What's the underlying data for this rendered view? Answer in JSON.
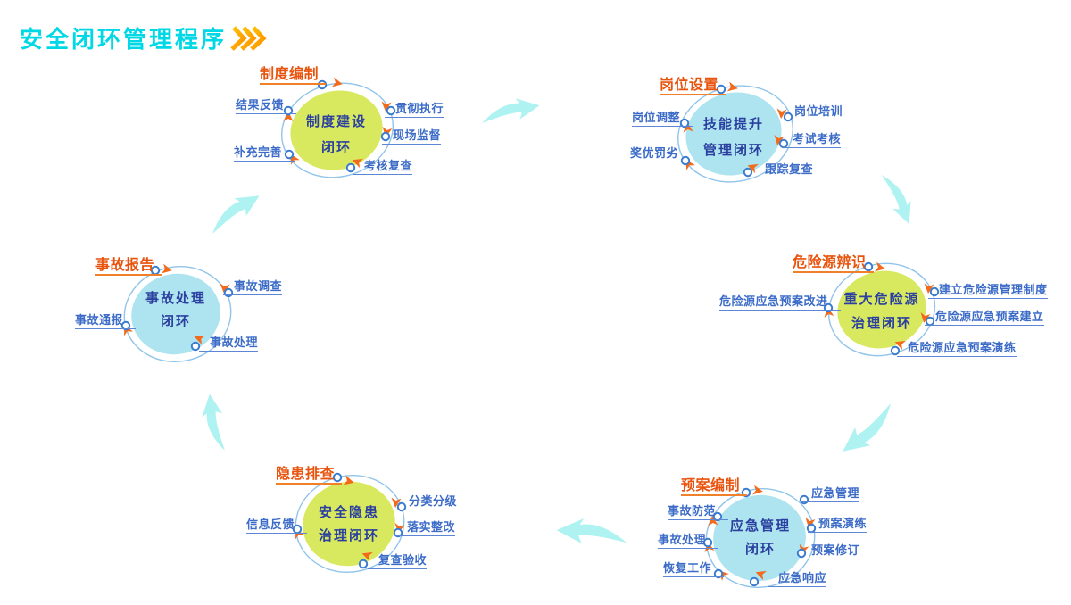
{
  "title": {
    "text": "安全闭环管理程序"
  },
  "icons": {
    "title_chevron": "triple-chevron 》》》 (orange)"
  },
  "colors": {
    "title_cyan": "#00d8e6",
    "chevron_orange": "#ffa200",
    "header_orange": "#e8540e",
    "satellite_blue": "#3c6cc8",
    "center_navy": "#2a3f9f",
    "ellipse_yellow": "#d9e95f",
    "ellipse_blue": "#aee4ef",
    "ring_blue": "#90c4ea",
    "dot_border_blue": "#3a7cd0",
    "arrowhead_orange": "#f26a1a",
    "flow_arrow_cyan": "#aef2f1"
  },
  "clusters": [
    {
      "header": "制度编制",
      "center_line1": "制度建设",
      "center_line2": "闭环",
      "satellites": [
        "结果反馈",
        "补充完善",
        "贯彻执行",
        "现场监督",
        "考核复查"
      ]
    },
    {
      "header": "岗位设置",
      "center_line1": "技能提升",
      "center_line2": "管理闭环",
      "satellites": [
        "岗位调整",
        "奖优罚劣",
        "岗位培训",
        "考试考核",
        "跟踪复查"
      ]
    },
    {
      "header": "危险源辨识",
      "center_line1": "重大危险源",
      "center_line2": "治理闭环",
      "satellites": [
        "危险源应急预案改进",
        "建立危险源管理制度",
        "危险源应急预案建立",
        "危险源应急预案演练"
      ]
    },
    {
      "header": "预案编制",
      "center_line1": "应急管理",
      "center_line2": "闭环",
      "satellites": [
        "事故防范",
        "事故处理",
        "恢复工作",
        "应急管理",
        "预案演练",
        "预案修订",
        "应急响应"
      ]
    },
    {
      "header": "隐患排查",
      "center_line1": "安全隐患",
      "center_line2": "治理闭环",
      "satellites": [
        "信息反馈",
        "分类分级",
        "落实整改",
        "复查验收"
      ]
    },
    {
      "header": "事故报告",
      "center_line1": "事故处理",
      "center_line2": "闭环",
      "satellites": [
        "事故通报",
        "事故调查",
        "事故处理"
      ]
    }
  ]
}
